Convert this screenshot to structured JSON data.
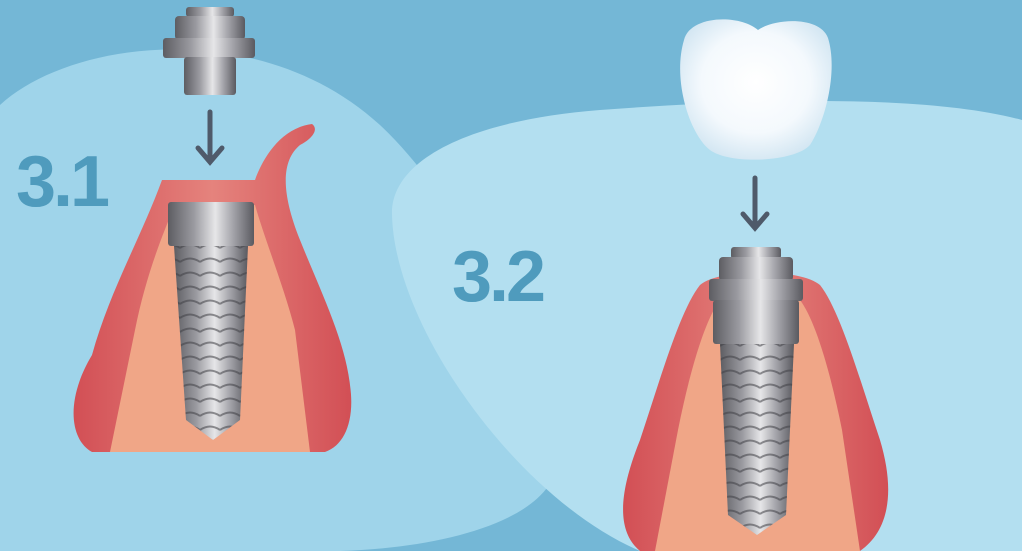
{
  "steps": [
    {
      "label": "3.1",
      "stage": "abutment-placement"
    },
    {
      "label": "3.2",
      "stage": "crown-placement"
    }
  ],
  "colors": {
    "background": "#74b7d6",
    "blob_left": "#9fd4ea",
    "blob_right": "#b3dff0",
    "label": "#4f9bbd",
    "gum_outer": "#d9585c",
    "gum_inner": "#e88078",
    "bone": "#f0a687",
    "metal_dark": "#5d5d62",
    "metal_light": "#e6e6e8",
    "arrow": "#4f5a6a",
    "crown": "#f7fbff"
  }
}
